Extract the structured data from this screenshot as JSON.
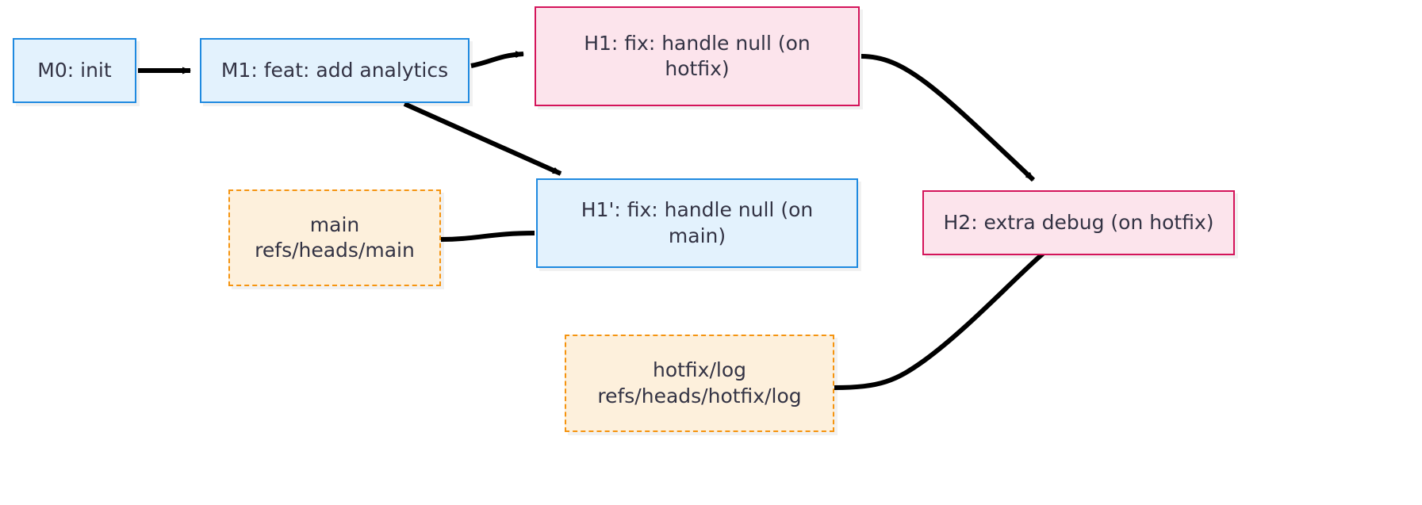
{
  "diagram": {
    "type": "git-commit-graph",
    "background": "#ffffff",
    "edge_color": "#000000",
    "colors": {
      "main_fill": "#e3f2fd",
      "main_stroke": "#1f8ae0",
      "hotfix_fill": "#fce4ec",
      "hotfix_stroke": "#d4145a",
      "ref_fill": "#fdf0dc",
      "ref_stroke": "#f59410",
      "text": "#333344"
    },
    "nodes": {
      "m0": {
        "label": "M0: init",
        "kind": "commit-main"
      },
      "m1": {
        "label": "M1: feat: add analytics",
        "kind": "commit-main"
      },
      "h1": {
        "label": "H1: fix: handle null (on\nhotfix)",
        "kind": "commit-hotfix"
      },
      "h1prime": {
        "label": "H1': fix: handle null (on\nmain)",
        "kind": "commit-main"
      },
      "h2": {
        "label": "H2: extra debug (on hotfix)",
        "kind": "commit-hotfix"
      },
      "ref_main": {
        "label": "main\nrefs/heads/main",
        "kind": "branch-ref"
      },
      "ref_hotfix": {
        "label": "hotfix/log\nrefs/heads/hotfix/log",
        "kind": "branch-ref"
      }
    },
    "edges": [
      {
        "from": "m0",
        "to": "m1",
        "arrow": true
      },
      {
        "from": "m1",
        "to": "h1",
        "arrow": true
      },
      {
        "from": "m1",
        "to": "h1prime",
        "arrow": true
      },
      {
        "from": "h1",
        "to": "h2",
        "arrow": true
      },
      {
        "from": "ref_main",
        "to": "h1prime",
        "arrow": false
      },
      {
        "from": "ref_hotfix",
        "to": "h2",
        "arrow": false
      }
    ]
  }
}
